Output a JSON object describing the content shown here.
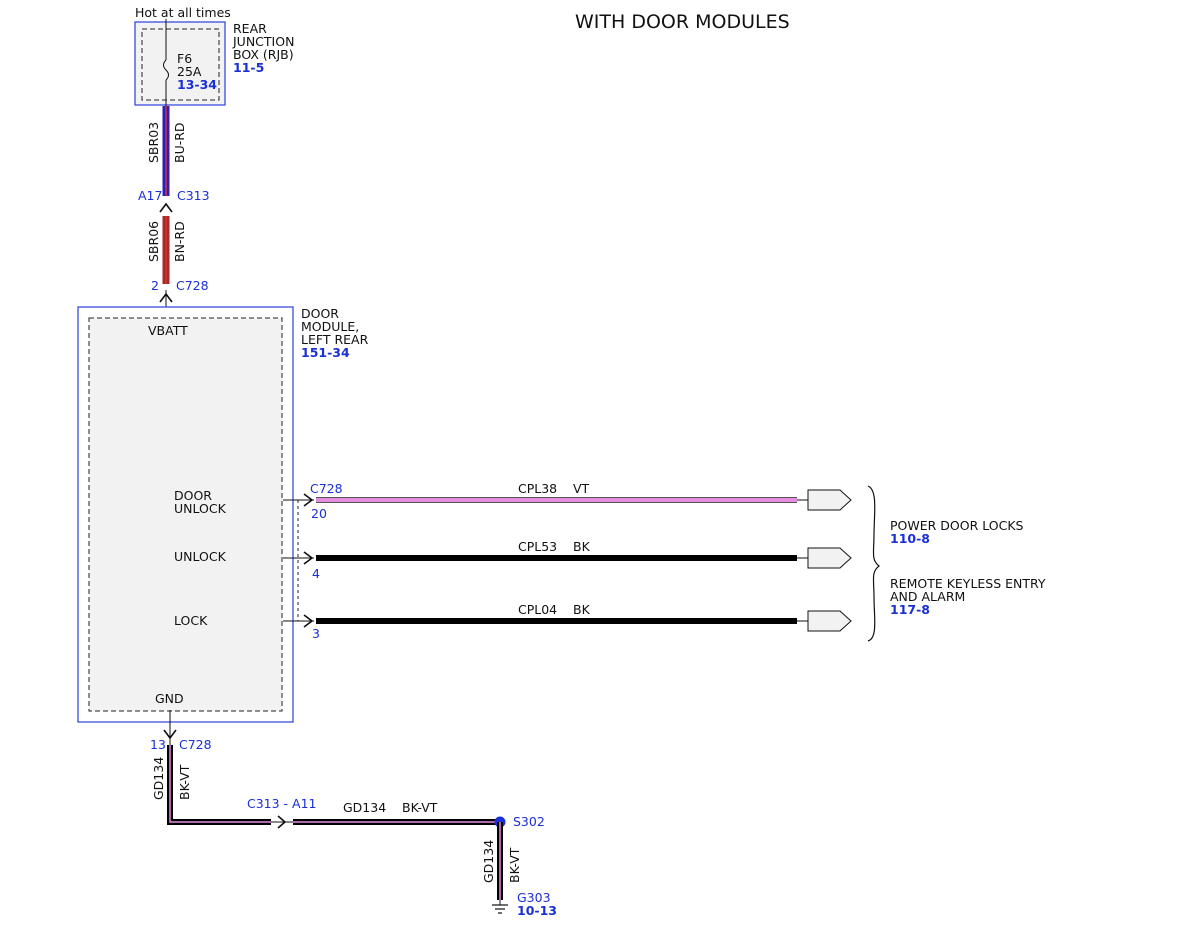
{
  "title": "WITH DOOR MODULES",
  "colors": {
    "component_blue": "#3a4de0",
    "reference_blue": "#1a2fd6",
    "module_fill": "#f2f2f2",
    "wire_bu_rd_main": "#2a1fb8",
    "wire_bu_rd_stripe": "#d83030",
    "wire_bn_rd_main": "#a52a2a",
    "wire_bn_rd_stripe": "#d83030",
    "wire_vt": "#e58be0",
    "wire_bk": "#000000",
    "wire_bk_vt_stripe": "#e58be0"
  },
  "rjb": {
    "hot_label": "Hot at all times",
    "name_lines": [
      "REAR",
      "JUNCTION",
      "BOX (RJB)"
    ],
    "ref": "11-5",
    "fuse_id": "F6",
    "fuse_rating": "25A",
    "fuse_ref": "13-34"
  },
  "wire_sbr03": {
    "circuit": "SBR03",
    "color": "BU-RD"
  },
  "connector_c313_top": {
    "pin": "A17",
    "name": "C313"
  },
  "wire_sbr06": {
    "circuit": "SBR06",
    "color": "BN-RD"
  },
  "connector_c728_vbatt": {
    "pin": "2",
    "name": "C728"
  },
  "module": {
    "name_lines": [
      "DOOR",
      "MODULE,",
      "LEFT REAR"
    ],
    "ref": "151-34",
    "vbatt_label": "VBATT",
    "gnd_label": "GND",
    "door_unlock_lines": [
      "DOOR",
      "UNLOCK"
    ],
    "unlock_label": "UNLOCK",
    "lock_label": "LOCK"
  },
  "outputs": {
    "connector": "C728",
    "door_unlock": {
      "pin": "20",
      "circuit": "CPL38",
      "color": "VT"
    },
    "unlock": {
      "pin": "4",
      "circuit": "CPL53",
      "color": "BK"
    },
    "lock": {
      "pin": "3",
      "circuit": "CPL04",
      "color": "BK"
    }
  },
  "destinations": {
    "power_door_locks": {
      "label": "POWER DOOR LOCKS",
      "ref": "110-8"
    },
    "rke": {
      "label_lines": [
        "REMOTE KEYLESS ENTRY",
        "AND ALARM"
      ],
      "ref": "117-8"
    }
  },
  "ground": {
    "module_pin": "13",
    "module_connector": "C728",
    "wire_circuit": "GD134",
    "wire_color": "BK-VT",
    "inline_connector": "C313 - A11",
    "splice": "S302",
    "ground_point": "G303",
    "ground_ref": "10-13"
  }
}
